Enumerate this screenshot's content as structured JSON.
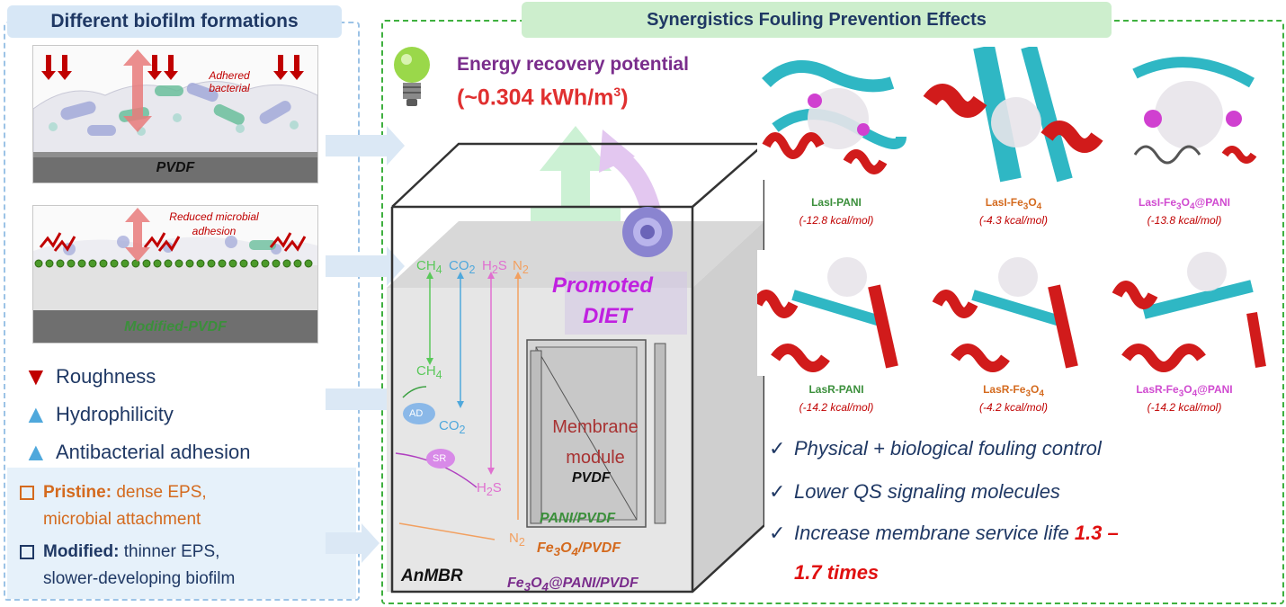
{
  "left_title": "Different biofilm formations",
  "right_title": "Synergistics Fouling Prevention Effects",
  "biofilm": {
    "top_annotation": "Adhered bacterial",
    "top_surface": "PVDF",
    "bottom_annotation": "Reduced microbial adhesion",
    "bottom_surface": "Modified-PVDF"
  },
  "properties": [
    {
      "label": "Roughness",
      "direction": "down",
      "color": "#c00000"
    },
    {
      "label": "Hydrophilicity",
      "direction": "up",
      "color": "#4fa8dc"
    },
    {
      "label": "Antibacterial adhesion",
      "direction": "up",
      "color": "#4fa8dc"
    }
  ],
  "eps": {
    "pristine_label": "Pristine:",
    "pristine_text_1": "dense EPS,",
    "pristine_text_2": "microbial attachment",
    "modified_label": "Modified:",
    "modified_text_1": "thinner EPS,",
    "modified_text_2": "slower-developing biofilm"
  },
  "energy": {
    "title": "Energy recovery potential",
    "value_prefix": "(~0.304 kWh/m",
    "value_sup": "3",
    "value_suffix": ")"
  },
  "reactor": {
    "name": "AnMBR",
    "promoted": "Promoted",
    "diet": "DIET",
    "membrane_1": "Membrane",
    "membrane_2": "module",
    "pvdf": "PVDF",
    "pani_pvdf": "PANI/PVDF",
    "fe_pvdf_a": "Fe",
    "fe_pvdf_sub": "3",
    "fe_pvdf_b": "O",
    "fe_pvdf_sub2": "4",
    "fe_pvdf_c": "/PVDF",
    "fepani_a": "Fe",
    "fepani_sub": "3",
    "fepani_b": "O",
    "fepani_sub2": "4",
    "fepani_c": "@PANI/PVDF",
    "ad": "AD",
    "sr": "SR",
    "gases_top": {
      "ch4": "CH",
      "ch4_sub": "4",
      "co2": "CO",
      "co2_sub": "2",
      "h2s": "H",
      "h2s_sub": "2",
      "h2s_s": "S",
      "n2": "N",
      "n2_sub": "2"
    },
    "ch4_mid": "CH",
    "ch4_mid_sub": "4",
    "co2_low": "CO",
    "co2_low_sub": "2",
    "h2s_low": "H",
    "h2s_low_sub": "2",
    "h2s_low_s": "S",
    "n2_low": "N",
    "n2_low_sub": "2"
  },
  "docking": [
    {
      "label": "LasI-PANI",
      "energy": "(-12.8 kcal/mol)",
      "color": "#3b8f3b"
    },
    {
      "label_a": "LasI-Fe",
      "sub": "3",
      "label_b": "O",
      "sub2": "4",
      "label_c": "",
      "energy": "(-4.3 kcal/mol)",
      "color": "#d46a1e"
    },
    {
      "label_a": "LasI-Fe",
      "sub": "3",
      "label_b": "O",
      "sub2": "4",
      "label_c": "@PANI",
      "energy": "(-13.8 kcal/mol)",
      "color": "#d04ad0"
    },
    {
      "label": "LasR-PANI",
      "energy": "(-14.2 kcal/mol)",
      "color": "#3b8f3b"
    },
    {
      "label_a": "LasR-Fe",
      "sub": "3",
      "label_b": "O",
      "sub2": "4",
      "label_c": "",
      "energy": "(-4.2 kcal/mol)",
      "color": "#d46a1e"
    },
    {
      "label_a": "LasR-Fe",
      "sub": "3",
      "label_b": "O",
      "sub2": "4",
      "label_c": "@PANI",
      "energy": "(-14.2 kcal/mol)",
      "color": "#d04ad0"
    }
  ],
  "conclusions": {
    "c1": "Physical + biological fouling control",
    "c2": "Lower QS signaling molecules",
    "c3_a": "Increase membrane service life",
    "c3_b": "1.3 –",
    "c3_c": "1.7 times"
  },
  "colors": {
    "accent_red": "#c00000",
    "navy": "#1f3864",
    "green": "#3fb03f",
    "purple": "#a040c0",
    "orange": "#e08a3c"
  }
}
